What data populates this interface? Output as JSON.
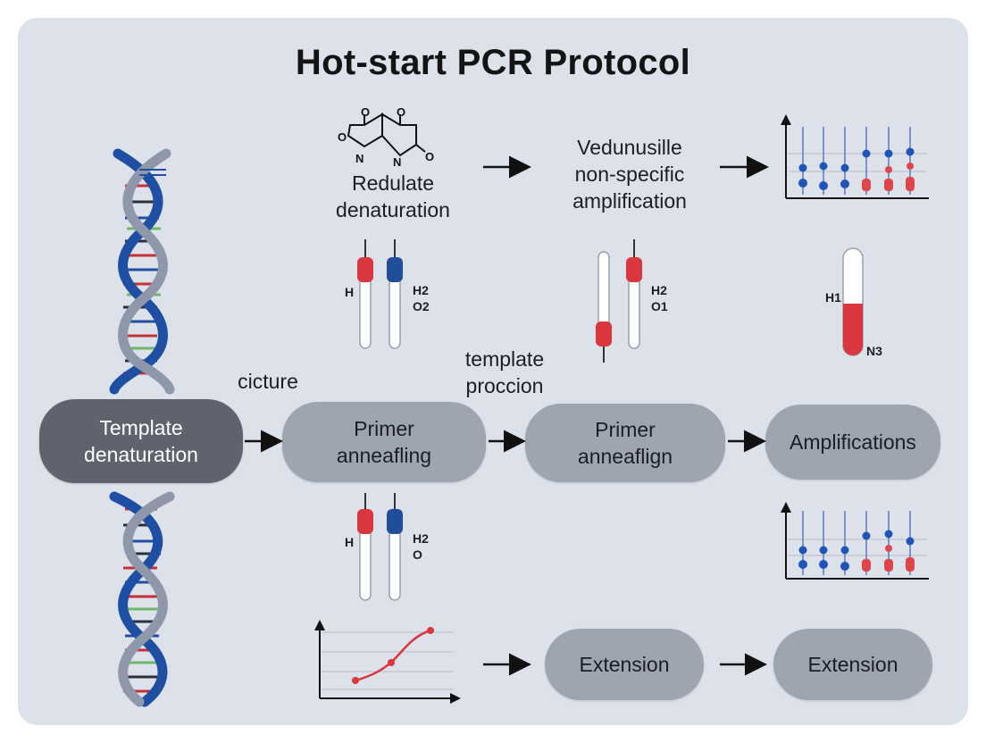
{
  "title": "Hot-start PCR Protocol",
  "steps": {
    "template_denaturation": "Template\ndenaturation",
    "primer_annealing_1": "Primer\nanneafling",
    "primer_annealing_2": "Primer\nanneaflign",
    "amplifications": "Amplifications",
    "extension_1": "Extension",
    "extension_2": "Extension"
  },
  "labels": {
    "redulate": "Redulate\ndenaturation",
    "vedunusille": "Vedunusille\nnon-specific\namplification",
    "cicture": "cicture",
    "template_proccion": "template\nproccion"
  },
  "chem": {
    "tube1_left": "H",
    "tube1_right": "H2\nO2",
    "tube2_right": "H2\nO1",
    "thermo_top": "H1",
    "thermo_bottom": "N3",
    "tube3_left": "H",
    "tube3_right": "H2\nO",
    "molecule_atoms": [
      "O",
      "O",
      "N",
      "O",
      "N",
      "O"
    ]
  },
  "colors": {
    "panel": "#dde2ea",
    "dark_pill": "#5f636d",
    "pill": "#9ea4b0",
    "dna_blue": "#1e4fa3",
    "dna_gray": "#8f97aa",
    "red": "#d9363e",
    "blue_cap": "#1f4f9a"
  }
}
